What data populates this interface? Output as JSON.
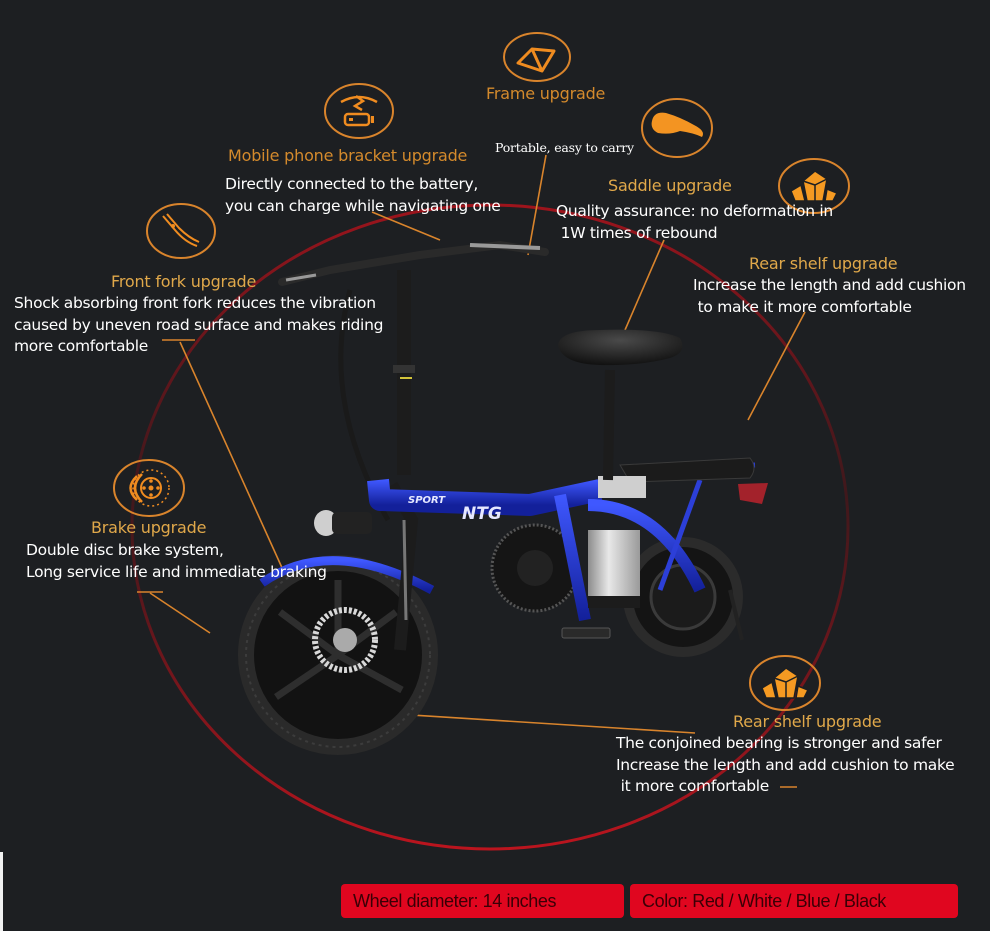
{
  "features": [
    {
      "id": "frame",
      "icon": "bike-frame-icon",
      "title": "Frame upgrade",
      "description": "Portable, easy to carry"
    },
    {
      "id": "phone-bracket",
      "icon": "phone-charging-icon",
      "title": "Mobile phone bracket upgrade",
      "description": "Directly connected to the battery,\nyou can charge while navigating one"
    },
    {
      "id": "saddle",
      "icon": "saddle-icon",
      "title": "Saddle upgrade",
      "description": "Quality assurance: no deformation in\n 1W times of rebound"
    },
    {
      "id": "rear-shelf-top",
      "icon": "crystal-blocks-icon",
      "title": "Rear shelf upgrade",
      "description": "Increase the length and add cushion\n to make it more comfortable"
    },
    {
      "id": "front-fork",
      "icon": "front-fork-icon",
      "title": "Front fork upgrade",
      "description": "Shock absorbing front fork reduces the vibration\ncaused by uneven road surface and makes riding\nmore comfortable"
    },
    {
      "id": "brake",
      "icon": "disc-brake-icon",
      "title": "Brake upgrade",
      "description": "Double disc brake system,\nLong service life and immediate braking"
    },
    {
      "id": "rear-shelf-bottom",
      "icon": "crystal-blocks-icon",
      "title": "Rear shelf upgrade",
      "description": "The conjoined bearing is stronger and safer\nIncrease the length and add cushion to make\n it more comfortable"
    }
  ],
  "product": {
    "type": "folding electric bicycle",
    "frame_color": "blue",
    "frame_labels": [
      "SPORT",
      "NTG"
    ]
  },
  "specs": {
    "wheel": "Wheel diameter: 14 inches",
    "colors": "Color: Red / White / Blue / Black"
  },
  "colors": {
    "background": "#1d1f22",
    "accent_orange": "#e0842a",
    "title_gold": "#e0a84a",
    "ring_red": "#b5121b",
    "spec_badge": "#e0061f",
    "frame_blue": "#1a2fd0"
  }
}
